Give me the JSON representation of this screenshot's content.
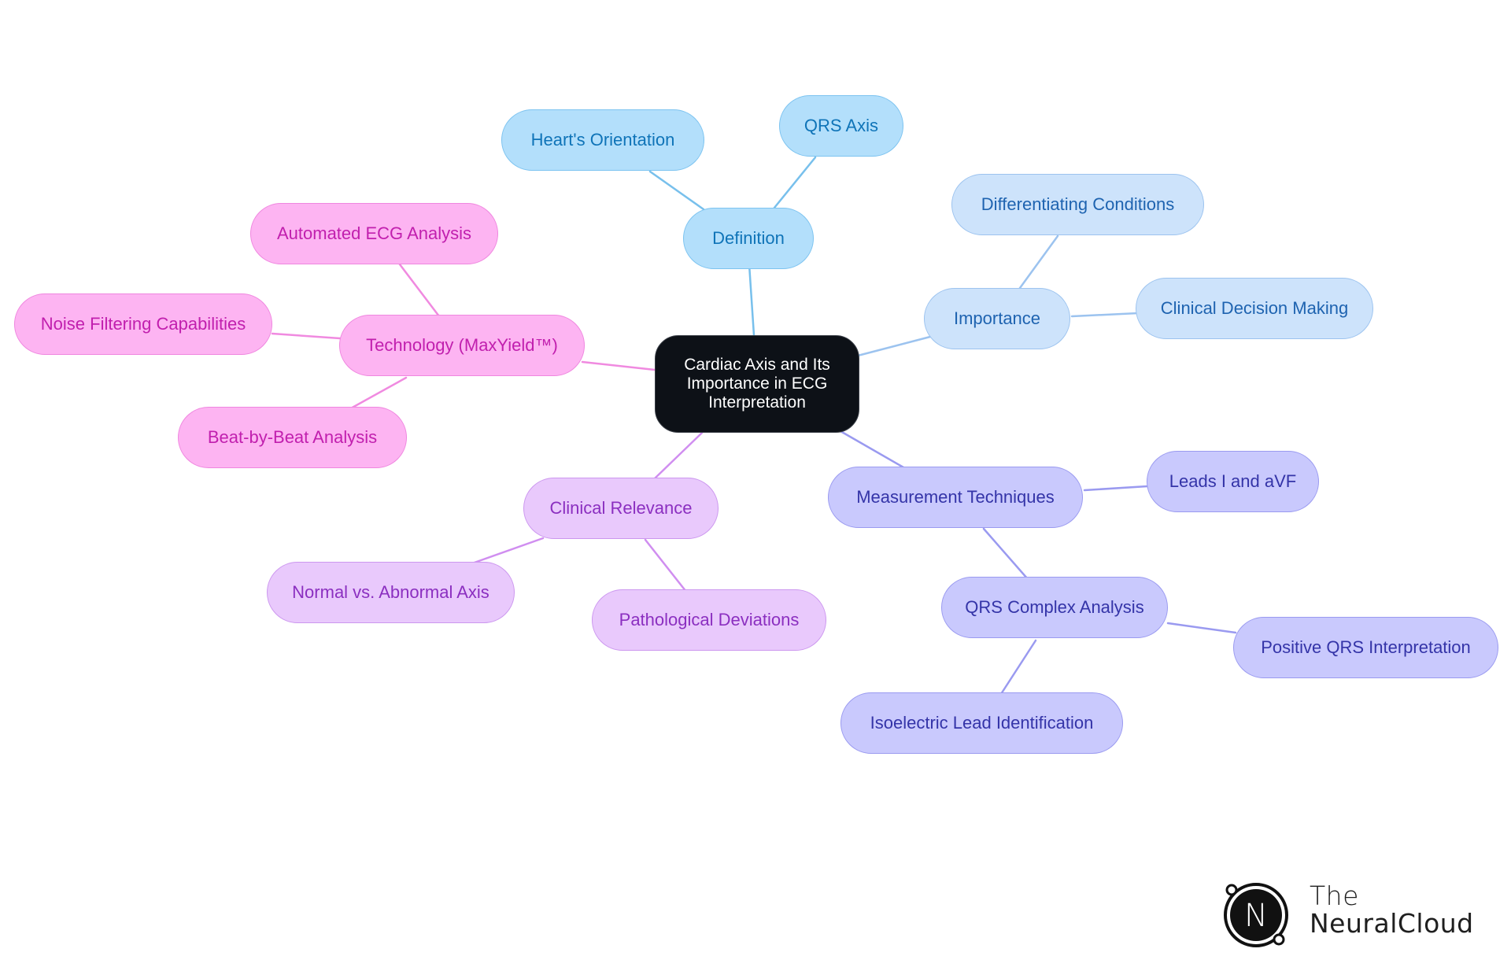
{
  "diagram": {
    "root": {
      "label": "Cardiac Axis and Its Importance in ECG Interpretation"
    },
    "branches": {
      "definition": {
        "label": "Definition",
        "color": "#78c0ec",
        "children": [
          "Heart's Orientation",
          "QRS Axis"
        ]
      },
      "importance": {
        "label": "Importance",
        "color": "#9cc3ef",
        "children": [
          "Differentiating Conditions",
          "Clinical Decision Making"
        ]
      },
      "measurement": {
        "label": "Measurement Techniques",
        "color": "#9a9af0",
        "children": [
          "Leads I and aVF"
        ],
        "qrs": {
          "label": "QRS Complex Analysis",
          "children": [
            "Positive QRS Interpretation",
            "Isoelectric Lead Identification"
          ]
        }
      },
      "clinical": {
        "label": "Clinical Relevance",
        "color": "#d08ef0",
        "children": [
          "Normal vs. Abnormal Axis",
          "Pathological Deviations"
        ]
      },
      "technology": {
        "label": "Technology (MaxYield™)",
        "color": "#f08ae0",
        "children": [
          "Automated ECG Analysis",
          "Noise Filtering Capabilities",
          "Beat-by-Beat Analysis"
        ]
      }
    }
  },
  "logo": {
    "line1": "The",
    "line2": "NeuralCloud",
    "mark": "N",
    "mark_icon": "neuralcloud-logo-icon"
  }
}
